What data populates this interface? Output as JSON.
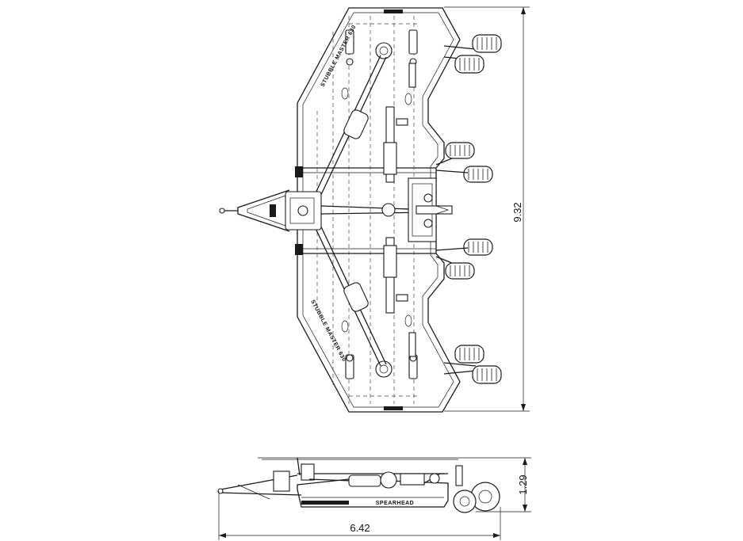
{
  "dimensions": {
    "length": "9.32",
    "height": "1.29",
    "width": "6.42"
  },
  "labels": {
    "brand_side": "SPEARHEAD",
    "deck_decal_top": "STUBBLE MASTER 630",
    "deck_decal_bottom": "STUBBLE MASTER 630"
  }
}
